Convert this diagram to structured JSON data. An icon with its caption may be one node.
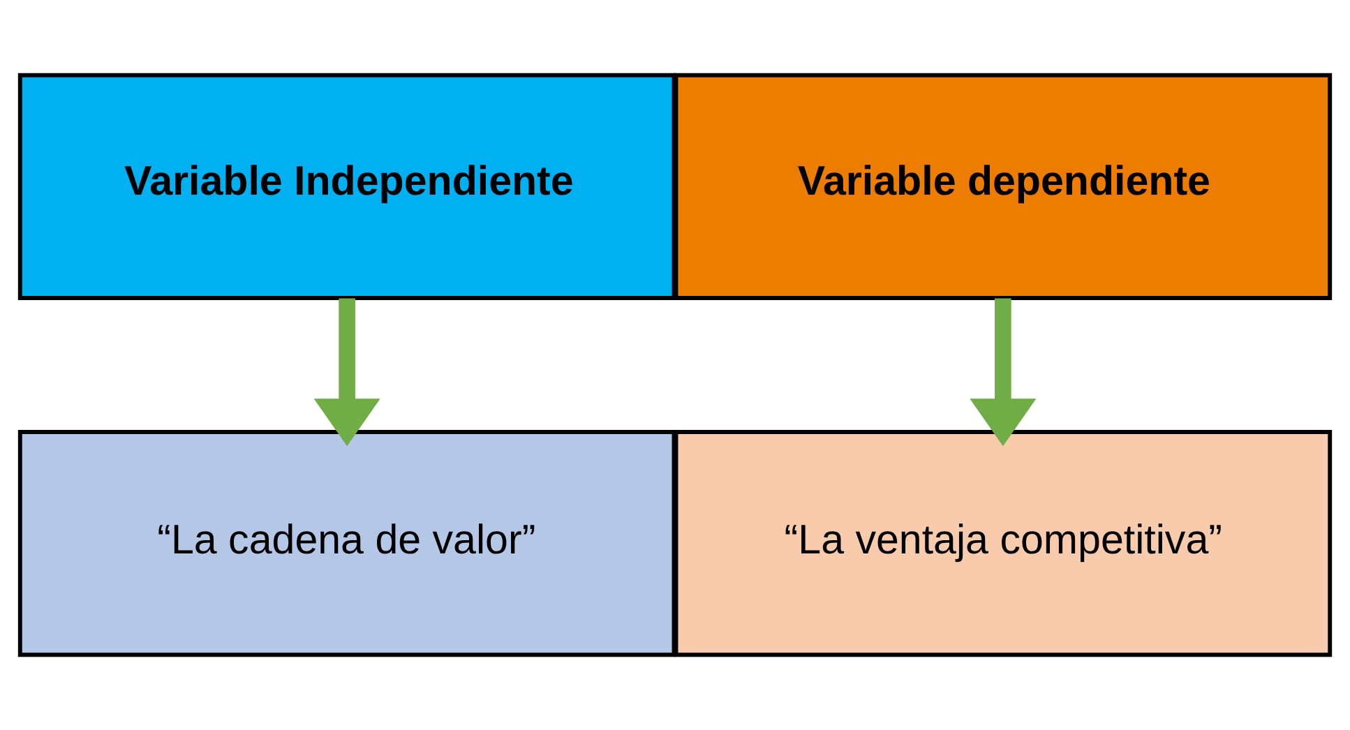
{
  "diagram": {
    "nodes": [
      {
        "text": [
          "Variable Independiente"
        ]
      },
      {
        "text": [
          "Variable dependiente"
        ]
      },
      {
        "text": [
          "“La cadena de valor”"
        ]
      },
      {
        "text": [
          "“La ventaja competitiva”"
        ]
      }
    ],
    "edges": [
      {
        "from": 0,
        "to": 2,
        "arrow": "to"
      },
      {
        "from": 1,
        "to": 3,
        "arrow": "to"
      }
    ]
  }
}
